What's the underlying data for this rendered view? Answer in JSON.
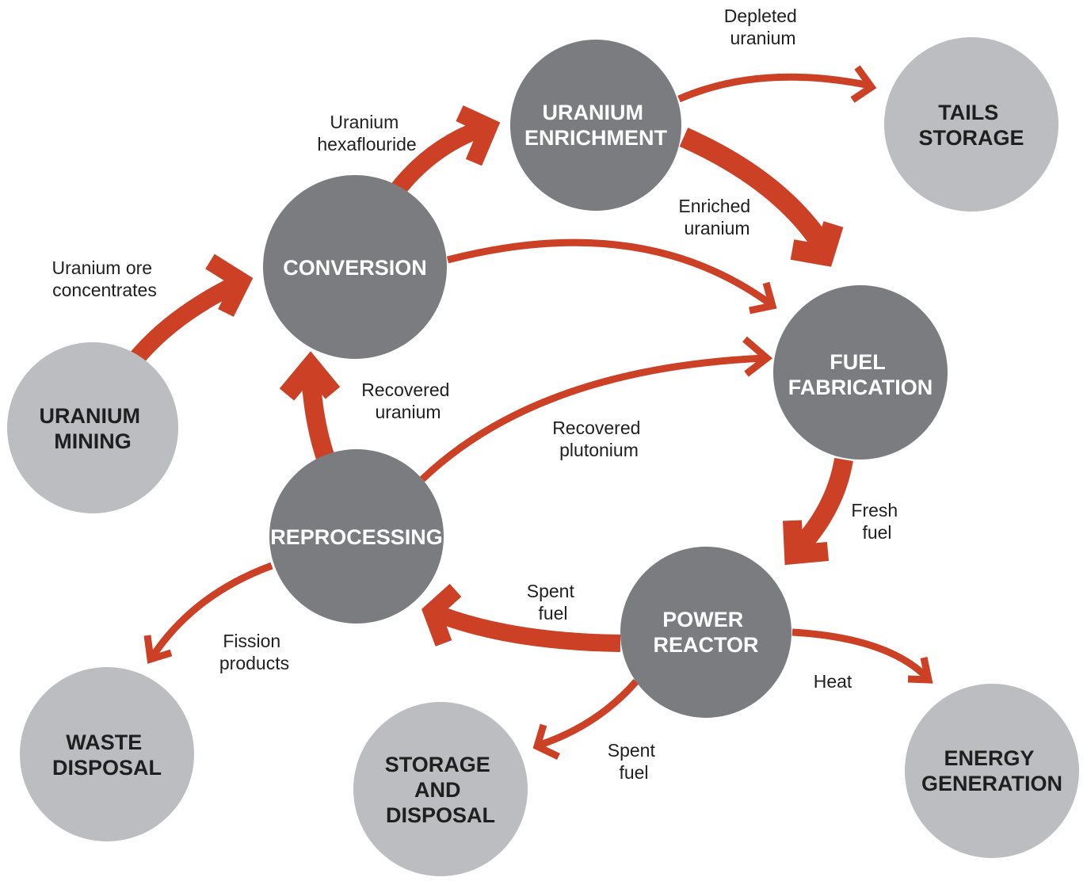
{
  "diagram": {
    "colors": {
      "dark_node": "#7b7c7f",
      "light_node": "#bcbdc0",
      "arrow": "#cc4126"
    },
    "nodes": {
      "mining": {
        "lines": [
          "URANIUM",
          "MINING"
        ],
        "style": "light"
      },
      "conversion": {
        "lines": [
          "CONVERSION"
        ],
        "style": "dark"
      },
      "enrichment": {
        "lines": [
          "URANIUM",
          "ENRICHMENT"
        ],
        "style": "dark"
      },
      "tails": {
        "lines": [
          "TAILS",
          "STORAGE"
        ],
        "style": "light"
      },
      "fabrication": {
        "lines": [
          "FUEL",
          "FABRICATION"
        ],
        "style": "dark"
      },
      "reactor": {
        "lines": [
          "POWER",
          "REACTOR"
        ],
        "style": "dark"
      },
      "reprocessing": {
        "lines": [
          "REPROCESSING"
        ],
        "style": "dark"
      },
      "waste": {
        "lines": [
          "WASTE",
          "DISPOSAL"
        ],
        "style": "light"
      },
      "storage": {
        "lines": [
          "STORAGE",
          "AND",
          "DISPOSAL"
        ],
        "style": "light"
      },
      "energy": {
        "lines": [
          "ENERGY",
          "GENERATION"
        ],
        "style": "light"
      }
    },
    "edges": {
      "ore": {
        "label": [
          "Uranium ore",
          "concentrates"
        ]
      },
      "hex": {
        "label": [
          "Uranium",
          "hexaflouride"
        ]
      },
      "depleted": {
        "label": [
          "Depleted",
          "uranium"
        ]
      },
      "enriched": {
        "label": [
          "Enriched",
          "uranium"
        ]
      },
      "conv_fab": {
        "label": []
      },
      "recovered_u": {
        "label": [
          "Recovered",
          "uranium"
        ]
      },
      "recovered_pu": {
        "label": [
          "Recovered",
          "plutonium"
        ]
      },
      "fresh": {
        "label": [
          "Fresh",
          "fuel"
        ]
      },
      "spent_repro": {
        "label": [
          "Spent",
          "fuel"
        ]
      },
      "spent_storage": {
        "label": [
          "Spent",
          "fuel"
        ]
      },
      "heat": {
        "label": [
          "Heat"
        ]
      },
      "fission": {
        "label": [
          "Fission",
          "products"
        ]
      }
    }
  }
}
